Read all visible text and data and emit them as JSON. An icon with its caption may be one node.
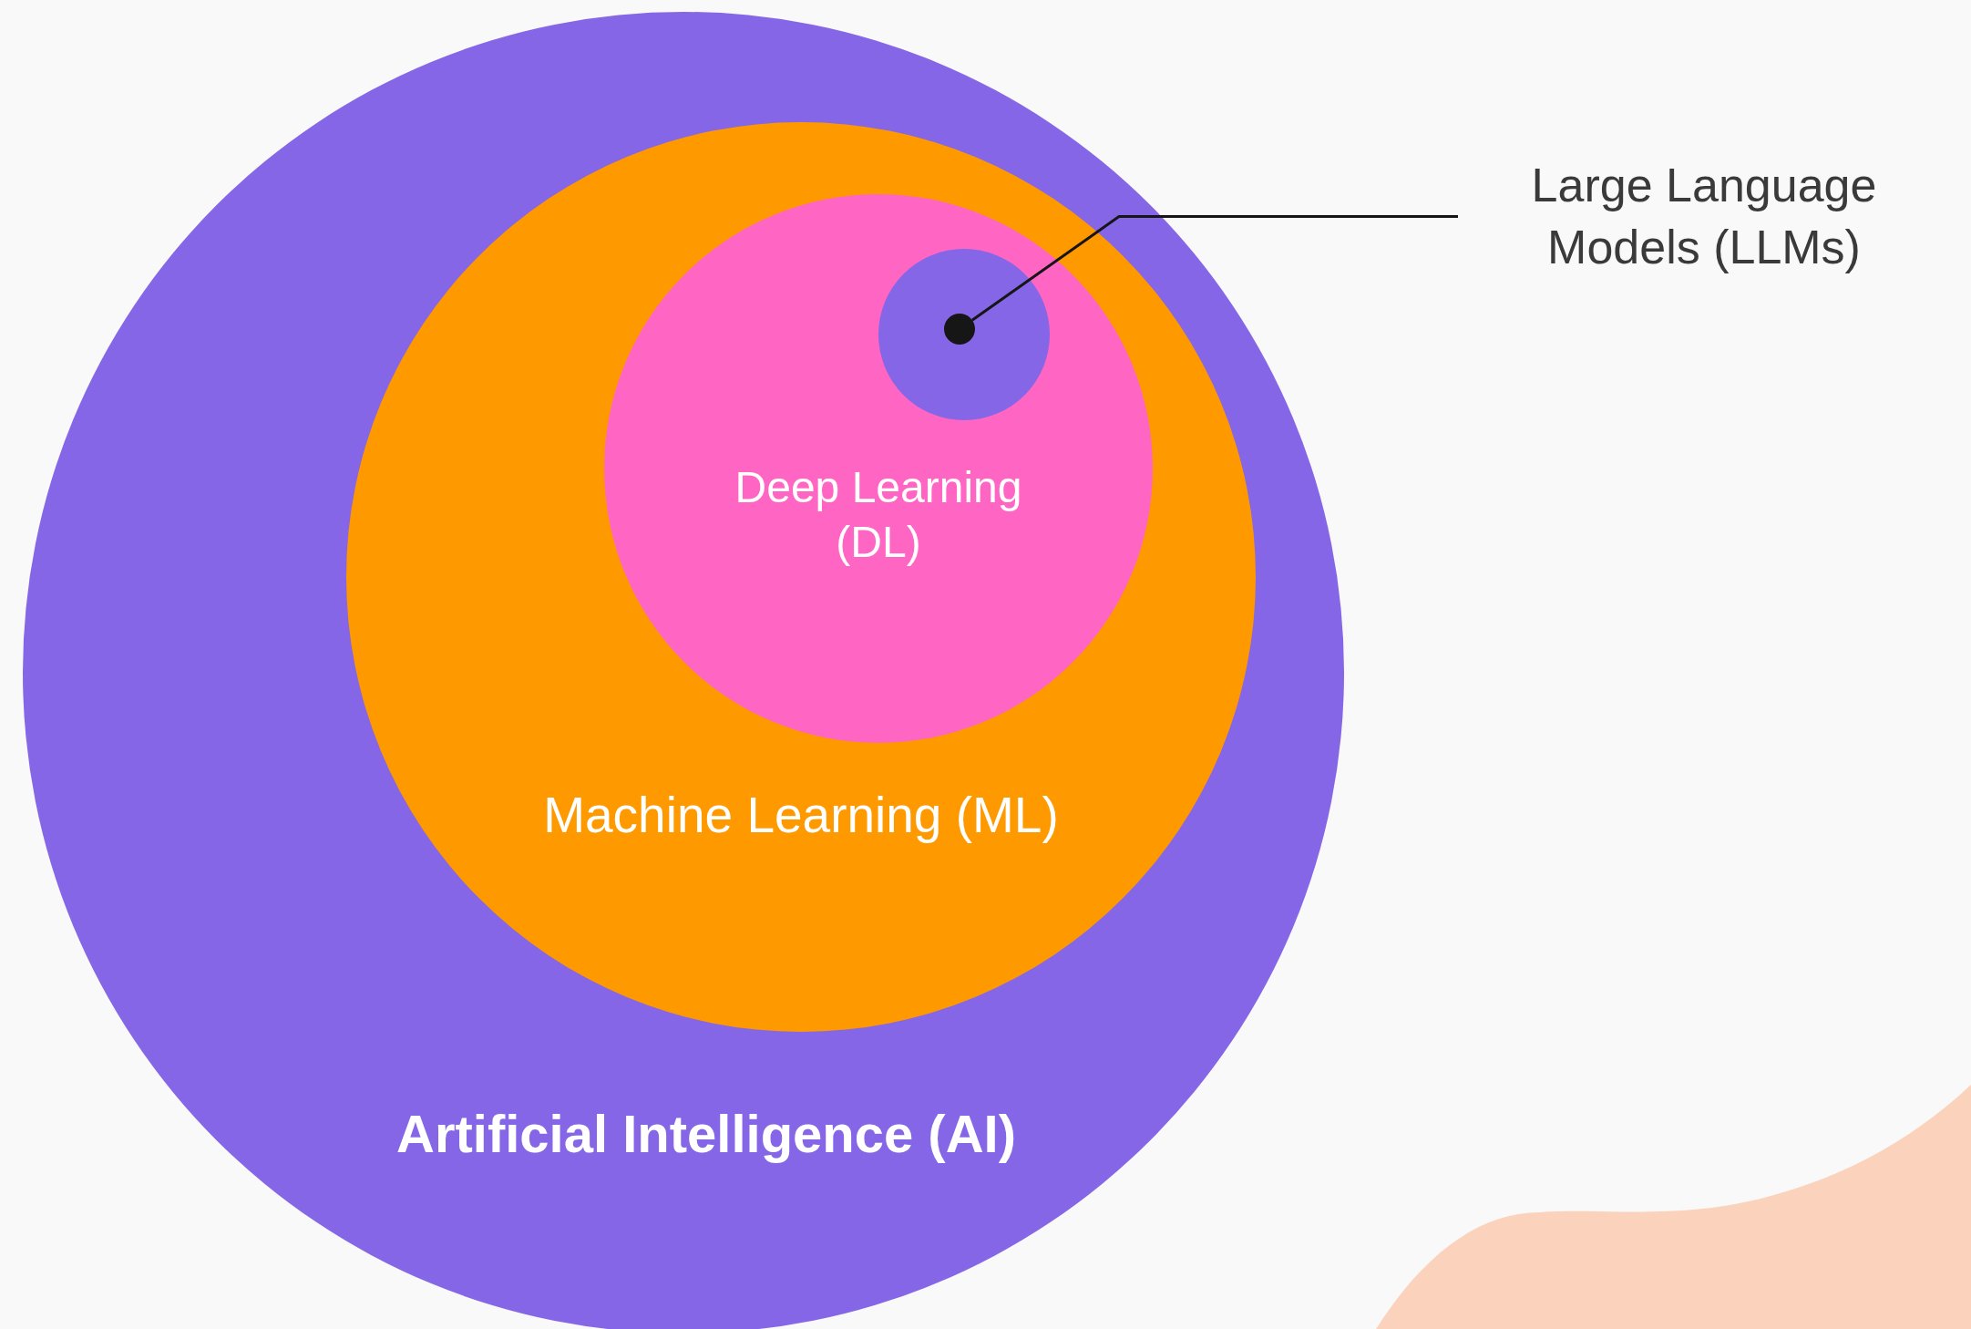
{
  "diagram": {
    "nodes": [
      {
        "text": [
          "Artificial Intelligence (AI)"
        ]
      },
      {
        "text": [
          "Machine Learning (ML)"
        ],
        "in": 0
      },
      {
        "text": [
          "Deep Learning (DL)"
        ],
        "in": 1
      },
      {
        "text": [],
        "shape": "circle",
        "in": 2
      },
      {
        "text": [],
        "shape": "circle",
        "in": 3
      },
      {
        "text": [
          "Large Language Models (LLMs)"
        ]
      },
      {
        "text": [],
        "shape": "blob"
      }
    ],
    "edges": [
      {
        "from": 5,
        "to": 4,
        "arrow": "none"
      }
    ]
  }
}
